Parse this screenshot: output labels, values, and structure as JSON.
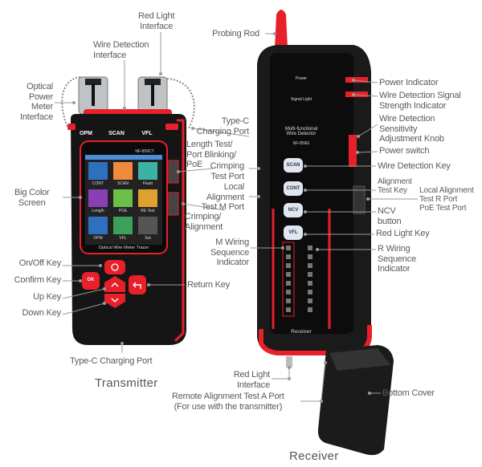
{
  "transmitter": {
    "title": "Transmitter",
    "device_labels": {
      "opm": "OPM",
      "scan": "SCAN",
      "vfl": "VFL",
      "model": "NF-859CT",
      "brand": "Optical Wire Meter Tracer",
      "ok": "OK"
    },
    "screen_apps": [
      "CONT",
      "SCAN",
      "Flash",
      "Length",
      "POE",
      "RE Test",
      "OPM",
      "VFL",
      "Set"
    ],
    "callouts": {
      "red_light_interface": "Red Light\nInterface",
      "wire_detection_interface": "Wire Detection\nInterface",
      "optical_power_meter": "Optical\nPower\nMeter\nInterface",
      "type_c_top": "Type-C\nCharging Port",
      "length_test": "Length Test/\nPort Blinking/\nPoE",
      "crimping_alignment": "Crimping/\nAlignment",
      "big_color_screen": "Big Color\nScreen",
      "on_off_key": "On/Off Key",
      "confirm_key": "Confirm Key",
      "up_key": "Up Key",
      "down_key": "Down Key",
      "return_key": "Return Key",
      "type_c_bottom": "Type-C Charging Port"
    }
  },
  "receiver": {
    "title": "Receiver",
    "device_labels": {
      "power": "Power",
      "signal": "Signal Light",
      "name": "Multi-functional\nWire Detector",
      "model": "NF-859G",
      "bottom": "Receiver"
    },
    "keys": [
      "SCAN",
      "CONT",
      "NCV",
      "VFL"
    ],
    "callouts": {
      "probing_rod": "Probing Rod",
      "crimping_test_port": "Crimping\nTest Port",
      "local_alignment_m": "Local\nAlignment\nTest M Port",
      "power_indicator": "Power Indicator",
      "signal_strength": "Wire Detection Signal\nStrength Indicator",
      "sensitivity_knob": "Wire Detection\nSensitivity\nAdjustment Knob",
      "power_switch": "Power switch",
      "wire_detection_key": "Wire Detection Key",
      "alignment_test_key": "Alignment\nTest Key",
      "local_alignment_r": "Local Alignment\nTest R Port\nPoE Test Port",
      "ncv_button": "NCV\nbutton",
      "red_light_key": "Red Light Key",
      "r_wiring": "R Wiring\nSequence\nIndicator",
      "m_wiring": "M Wiring\nSequence\nIndicator",
      "red_light_interface": "Red Light\nInterface",
      "remote_alignment": "Remote Alignment Test A Port\n(For use with the transmitter)",
      "bottom_cover": "Bottom Cover"
    }
  },
  "colors": {
    "accent": "#e8202a",
    "body": "#111111",
    "label": "#5a5a5a",
    "leader": "#9a9a9a"
  }
}
